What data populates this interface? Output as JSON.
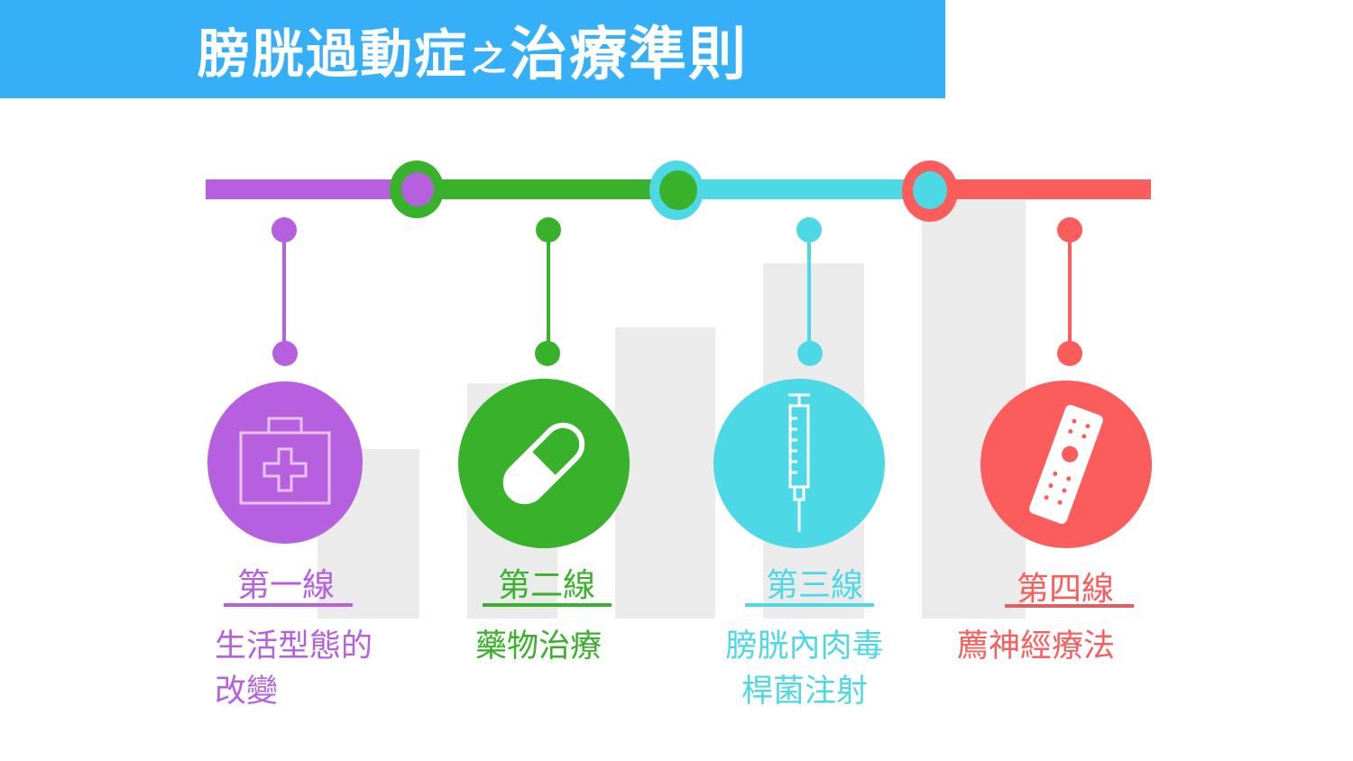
{
  "title": {
    "part1": "膀胱過動症",
    "connector": "之",
    "part2": "治療準則"
  },
  "colors": {
    "header": "#35b0f8",
    "line1": "#b660e0",
    "line2": "#38b22a",
    "line3": "#4dd8e6",
    "line4": "#fb5c5c",
    "bar": "#ebebeb"
  },
  "lines": [
    {
      "label": "第一線",
      "desc1": "生活型態的",
      "desc2": "改變",
      "icon": "first-aid-kit-icon"
    },
    {
      "label": "第二線",
      "desc1": "藥物治療",
      "desc2": "",
      "icon": "pill-capsule-icon"
    },
    {
      "label": "第三線",
      "desc1": "膀胱內肉毒",
      "desc2": "桿菌注射",
      "icon": "syringe-icon"
    },
    {
      "label": "第四線",
      "desc1": "薦神經療法",
      "desc2": "",
      "icon": "nerve-stimulator-device-icon"
    }
  ]
}
